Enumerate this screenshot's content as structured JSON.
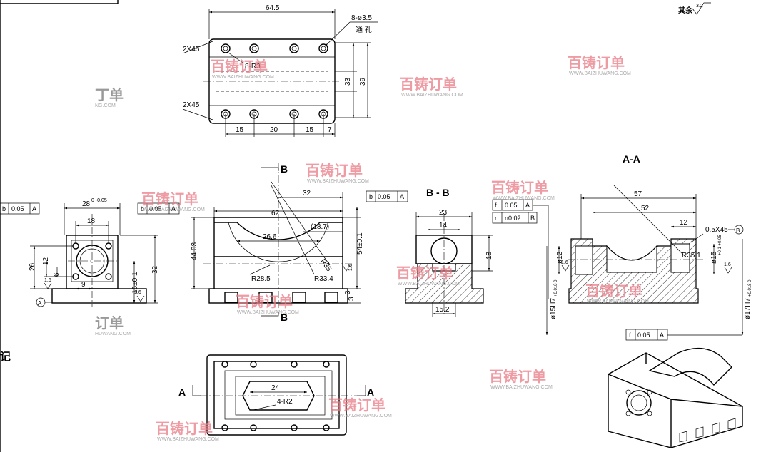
{
  "surface_finish": {
    "label": "其余",
    "value": "3.2"
  },
  "top_view": {
    "dims": {
      "width": "64.5",
      "hole_callout": "8-ø3.5",
      "hole_note": "通 孔",
      "radius": "8-R3",
      "h_inner": "33",
      "h_outer": "39",
      "chamfer1": "2X45",
      "chamfer2": "2X45",
      "s1": "15",
      "s2": "20",
      "s3": "15",
      "s4": "7"
    }
  },
  "side_view": {
    "dims": {
      "w28": "28",
      "w28_tol": "0 -0.05",
      "w18": "18",
      "h26": "26",
      "h12": "12",
      "h6": "6",
      "w9": "9",
      "h16": "16±0.1",
      "h32": "32",
      "rough": "1.6",
      "datum": "A"
    },
    "frame": {
      "sym": "b",
      "tol": "0.05",
      "datum": "A"
    }
  },
  "front_view": {
    "section_label": "B",
    "dims": {
      "w62": "62",
      "w32": "32",
      "w26_6": "26.6",
      "ref": "(18.7)",
      "r35": "R35",
      "r28_5": "R28.5",
      "r33_4": "R33.4",
      "h44": "44.03",
      "h54": "54±0.1",
      "h3a": "3",
      "h3b": "3",
      "rough": "1.6"
    },
    "frame1": {
      "sym": "b",
      "tol": "0.05",
      "datum": "A"
    },
    "frame2": {
      "sym": "b",
      "tol": "0.05",
      "datum": "A"
    }
  },
  "section_bb": {
    "title": "B - B",
    "dims": {
      "w23": "23",
      "w14": "14",
      "h18": "18",
      "w15_2": "15.2"
    },
    "frame1": {
      "sym": "f",
      "tol": "0.05",
      "datum": "A"
    },
    "frame2": {
      "sym": "r",
      "tol": "n0.02",
      "datum": "B"
    }
  },
  "section_aa": {
    "title": "A-A",
    "dims": {
      "w57": "57",
      "w52": "52",
      "w12": "12",
      "chamfer": "0.5X45",
      "r35_1": "R35.1",
      "d12": "ø12",
      "d15": "ø15",
      "d15_tol": "+0.1 +0.05",
      "d15h7": "ø15H7",
      "d15h7_tol": "+0.018 0",
      "d17h7": "ø17H7",
      "d17h7_tol": "+0.018 0",
      "rough1": "1.6",
      "rough2": "1.6",
      "datum": "B"
    },
    "frame": {
      "sym": "f",
      "tol": "0.05",
      "datum": "A"
    }
  },
  "bottom_view": {
    "dims": {
      "w24": "24",
      "r2": "4-R2"
    },
    "labels": {
      "left": "A",
      "right": "A"
    }
  },
  "left_edge": {
    "frame_sym": "b",
    "frame_tol": "0.05",
    "frame_datum": "A",
    "partial_text": "记"
  },
  "watermark": {
    "text": "百铸订单",
    "url": "WWW.BAIZHUWANG.COM",
    "partial1": "订单",
    "partial1_url": "HUWANG.COM",
    "partial2": "丁单",
    "partial2_url": "NG.COM"
  },
  "colors": {
    "line": "#000000",
    "watermark": "#e97c86",
    "background": "#ffffff"
  }
}
